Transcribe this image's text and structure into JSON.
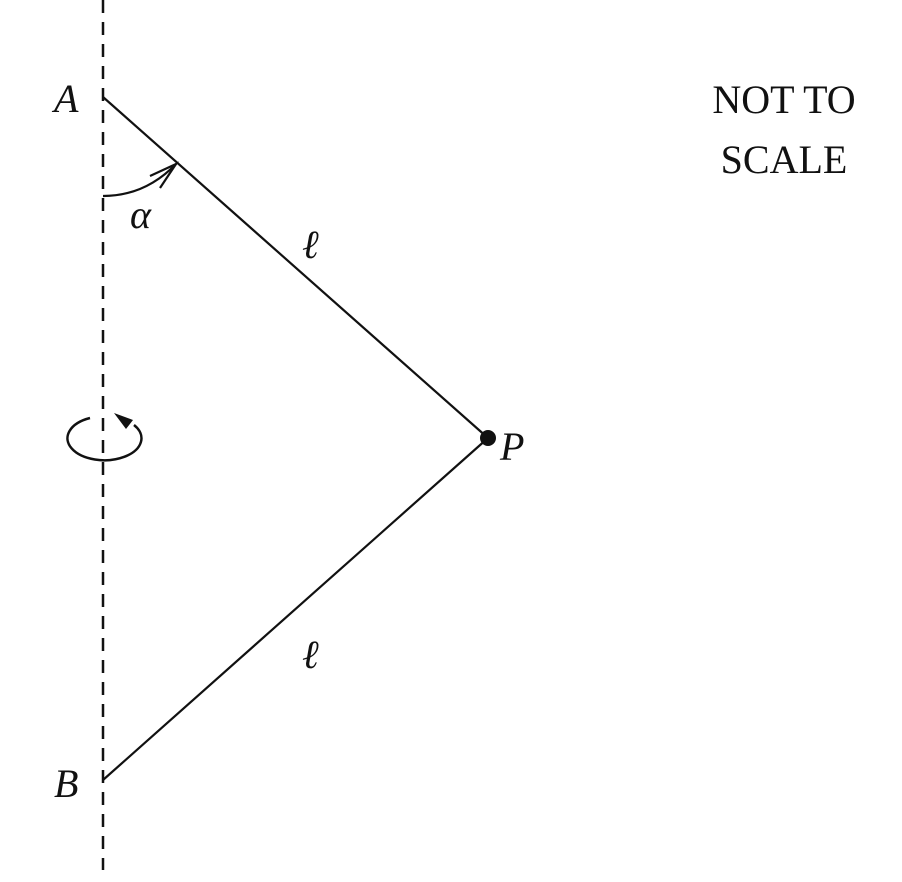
{
  "labels": {
    "top_point": "A",
    "bottom_point": "B",
    "mass_point": "P",
    "angle": "α",
    "upper_length": "ℓ",
    "lower_length": "ℓ"
  },
  "note": {
    "line1": "NOT TO",
    "line2": "SCALE"
  },
  "colors": {
    "stroke": "#111111",
    "background": "#ffffff"
  }
}
